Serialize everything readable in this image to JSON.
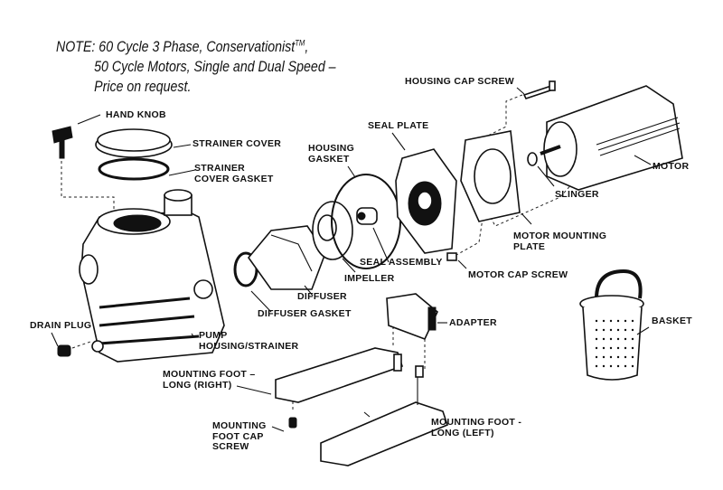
{
  "diagram": {
    "title": "Pump exploded parts diagram",
    "note": {
      "line1": "NOTE: 60 Cycle 3 Phase, Conservationist",
      "tm": "TM",
      "line1_end": ",",
      "line2": "50 Cycle Motors, Single and Dual Speed –",
      "line3": "Price on request."
    },
    "labels": {
      "housing_cap_screw": "HOUSING CAP SCREW",
      "hand_knob": "HAND KNOB",
      "seal_plate": "SEAL PLATE",
      "strainer_cover": "STRAINER COVER",
      "housing_gasket": "HOUSING\nGASKET",
      "strainer_cover_gasket": "STRAINER\nCOVER GASKET",
      "motor": "MOTOR",
      "slinger": "SLINGER",
      "motor_mounting_plate": "MOTOR MOUNTING\nPLATE",
      "seal_assembly": "SEAL ASSEMBLY",
      "motor_cap_screw": "MOTOR CAP SCREW",
      "impeller": "IMPELLER",
      "diffuser": "DIFFUSER",
      "diffuser_gasket": "DIFFUSER GASKET",
      "adapter": "ADAPTER",
      "basket": "BASKET",
      "drain_plug": "DRAIN PLUG",
      "pump_housing_strainer": "PUMP\nHOUSING/STRAINER",
      "mounting_foot_right": "MOUNTING FOOT –\nLONG (RIGHT)",
      "mounting_foot_left": "MOUNTING FOOT -\nLONG (LEFT)",
      "mounting_foot_cap_screw": "MOUNTING\nFOOT CAP\nSCREW"
    }
  }
}
